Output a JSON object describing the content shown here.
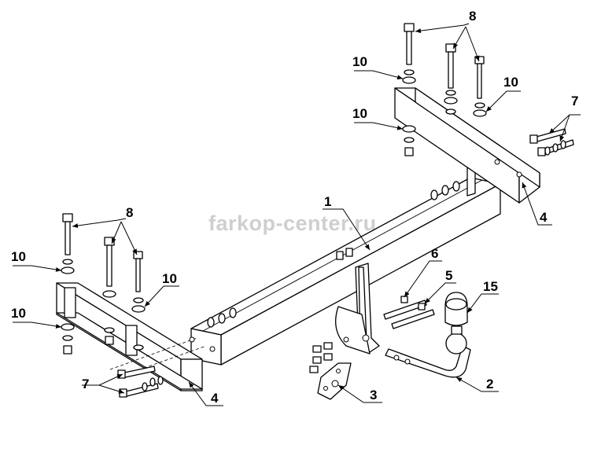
{
  "watermark": "farkop-center.ru",
  "callouts": {
    "part_1": "1",
    "part_2": "2",
    "part_3": "3",
    "part_4_left": "4",
    "part_4_right": "4",
    "part_5": "5",
    "part_6": "6",
    "part_7_left": "7",
    "part_7_right": "7",
    "part_8_left": "8",
    "part_8_right": "8",
    "part_10_a": "10",
    "part_10_b": "10",
    "part_10_c": "10",
    "part_10_d": "10",
    "part_10_e": "10",
    "part_10_f": "10",
    "part_15": "15"
  }
}
